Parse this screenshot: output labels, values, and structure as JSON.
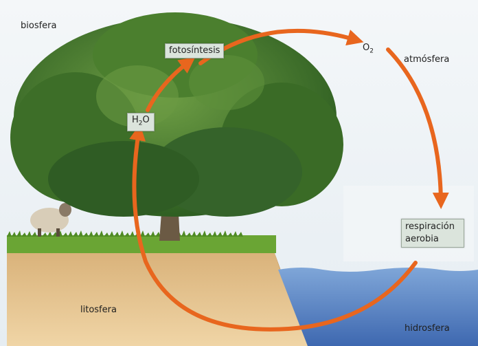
{
  "labels": {
    "biosfera": "biosfera",
    "atmosfera": "atmósfera",
    "litosfera": "litosfera",
    "hidrosfera": "hidrosfera"
  },
  "processes": {
    "fotosintesis": "fotosíntesis",
    "respiracion_line1": "respiración",
    "respiracion_line2": "aerobia"
  },
  "molecules": {
    "oxygen": {
      "symbol": "O",
      "subscript": "2"
    },
    "water": {
      "symbol_h": "H",
      "subscript": "2",
      "symbol_o": "O"
    }
  },
  "colors": {
    "arrow": "#e8661e",
    "sky": "#eef3f7",
    "soil": "#e9c896",
    "water": "#4f7fc4",
    "grass": "#5f9a2c",
    "foliage": "#3f7a28"
  }
}
